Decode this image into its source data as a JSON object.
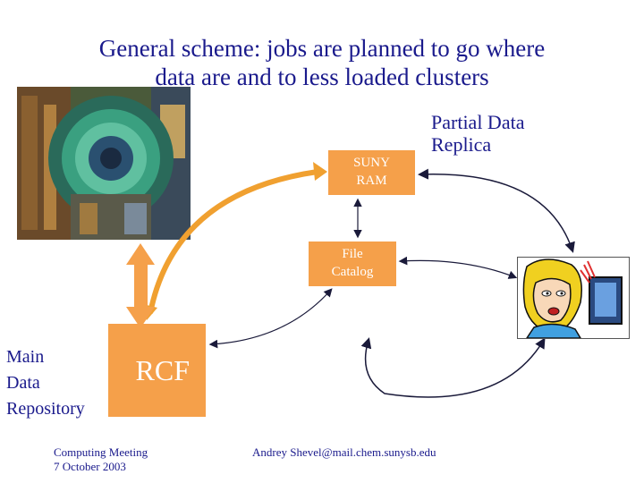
{
  "slide": {
    "title_line1": "General scheme: jobs are planned to go where",
    "title_line2": "data are and to less loaded clusters"
  },
  "nodes": {
    "suny_line1": "SUNY",
    "suny_line2": "RAM",
    "catalog_line1": "File",
    "catalog_line2": "Catalog",
    "rcf": "RCF",
    "replica_line1": "Partial Data",
    "replica_line2": "Replica",
    "main_line1": "Main",
    "main_line2": "Data",
    "main_line3": "Repository"
  },
  "footer": {
    "event": "Computing Meeting",
    "date": "7 October 2003",
    "author": "Andrey Shevel@mail.chem.sunysb.edu"
  },
  "colors": {
    "title": "#1a1a8c",
    "box": "#f5a04a",
    "arrow_orange": "#f0a030",
    "arrow_dark": "#1a1a3a"
  }
}
